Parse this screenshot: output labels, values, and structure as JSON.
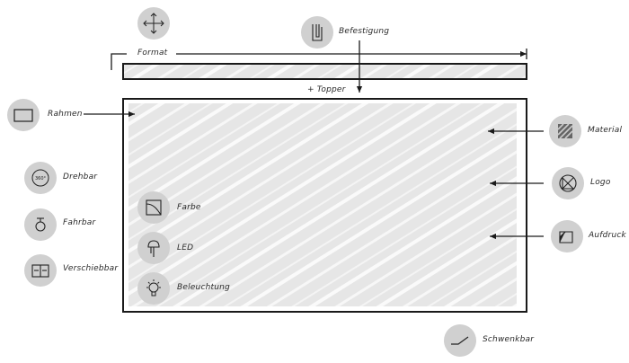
{
  "labels": {
    "befestigung": "Befestigung",
    "format": "Format",
    "topper": "+ Topper",
    "rahmen": "Rahmen",
    "material": "Material",
    "logo": "Logo",
    "aufdruck": "Aufdruck",
    "drehbar": "Drehbar",
    "fahrbar": "Fahrbar",
    "verschiebbar": "Verschiebbar",
    "farbe": "Farbe",
    "led": "LED",
    "beleuchtung": "Beleuchtung",
    "schwenkbar": "Schwenkbar",
    "rotation_badge": "360°"
  },
  "icons": {
    "move": "move-arrows-icon",
    "befestigung": "hook-bracket-icon",
    "rahmen": "frame-icon",
    "material": "hatched-material-icon",
    "logo": "logo-emblem-icon",
    "aufdruck": "print-sheet-icon",
    "drehbar": "rotate-360-icon",
    "fahrbar": "caster-wheel-icon",
    "verschiebbar": "sliding-panel-icon",
    "farbe": "color-sheet-icon",
    "led": "led-bulb-icon",
    "beleuchtung": "light-bulb-icon",
    "schwenkbar": "swivel-arm-icon"
  },
  "colors": {
    "icon_background": "#d0d0d0",
    "stroke": "#1a1a1a",
    "panel_fill": "#e9e9e9"
  }
}
